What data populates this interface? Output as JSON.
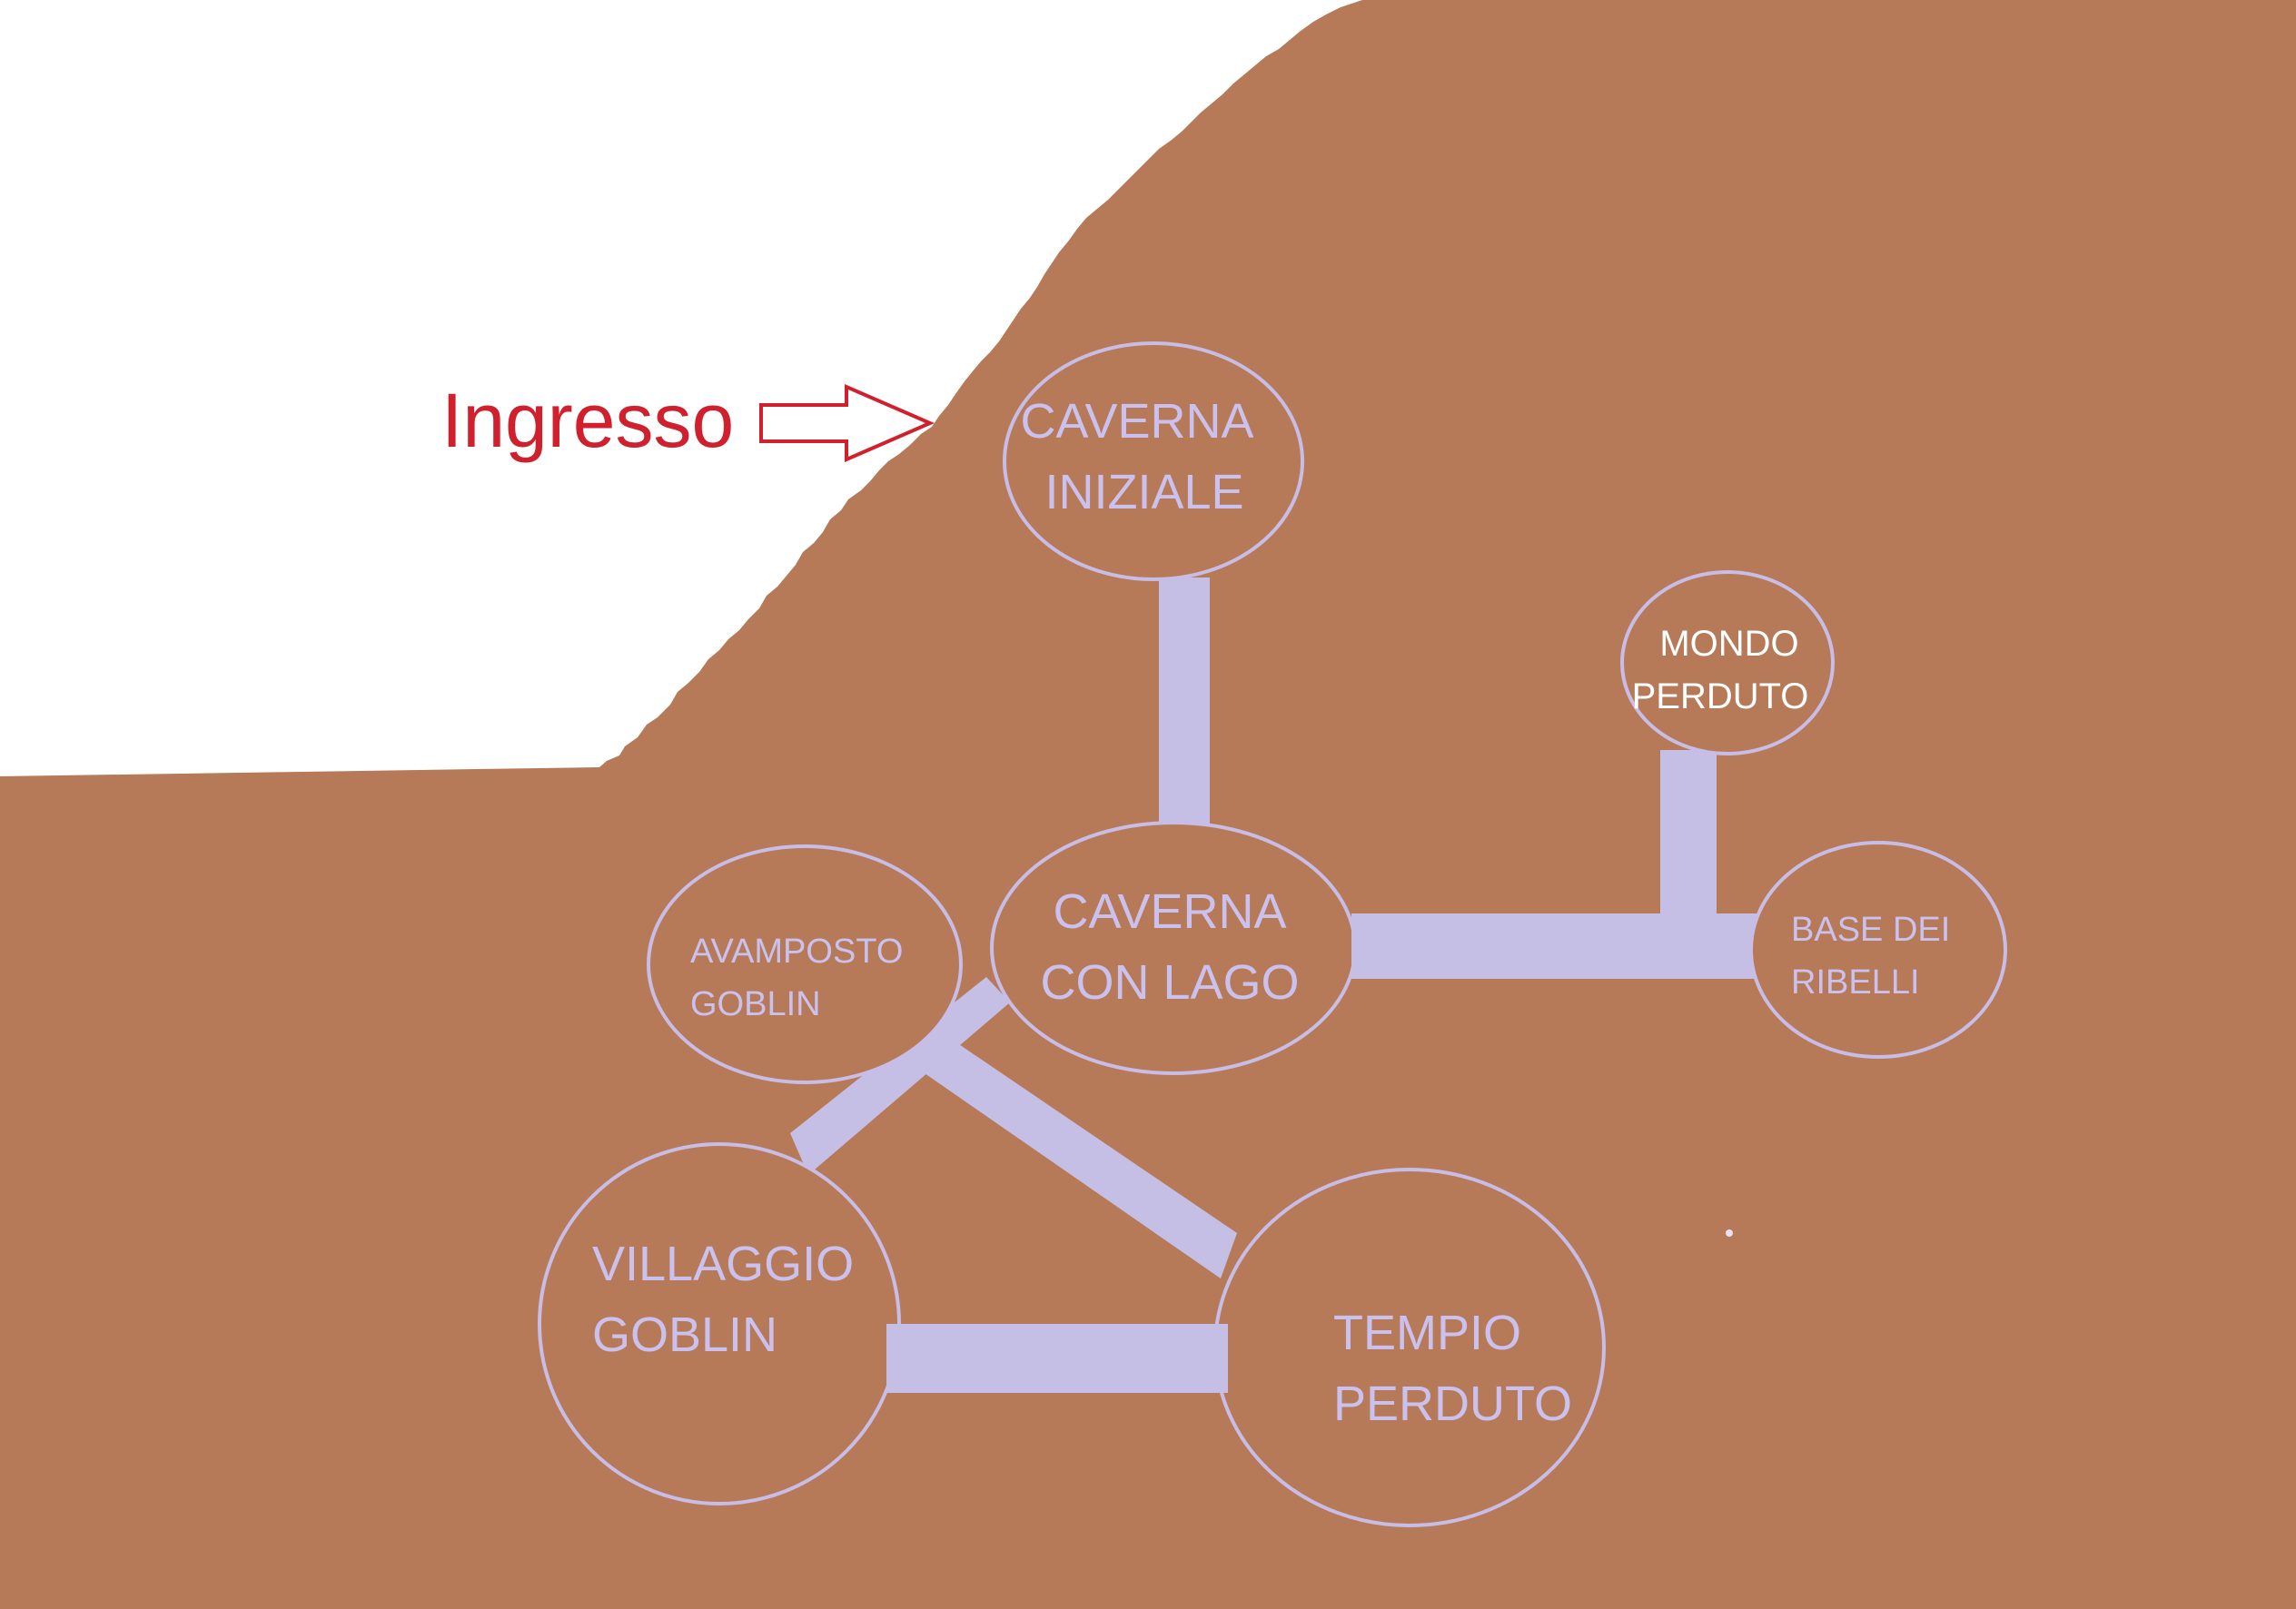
{
  "entrance": {
    "label": "Ingresso",
    "color": "#d0202e",
    "icon": "arrow-right-outline-icon"
  },
  "colors": {
    "rock": "#b67a58",
    "sky": "#ffffff",
    "corridor": "#c5bfe6",
    "node_outline": "#c7bde6",
    "node_text": "#cbc1ee"
  },
  "nodes": {
    "caverna_iniziale": {
      "line1": "CAVERNA",
      "line2": "INIZIALE"
    },
    "mondo_perduto": {
      "line1": "MONDO",
      "line2": "PERDUTO"
    },
    "caverna_con_lago": {
      "line1": "CAVERNA",
      "line2": "CON LAGO"
    },
    "avamposto_goblin": {
      "line1": "AVAMPOSTO",
      "line2": "GOBLIN"
    },
    "base_dei_ribelli": {
      "line1": "BASE DEI",
      "line2": "RIBELLI"
    },
    "villaggio_goblin": {
      "line1": "VILLAGGIO",
      "line2": "GOBLIN"
    },
    "tempio_perduto": {
      "line1": "TEMPIO",
      "line2": "PERDUTO"
    }
  }
}
